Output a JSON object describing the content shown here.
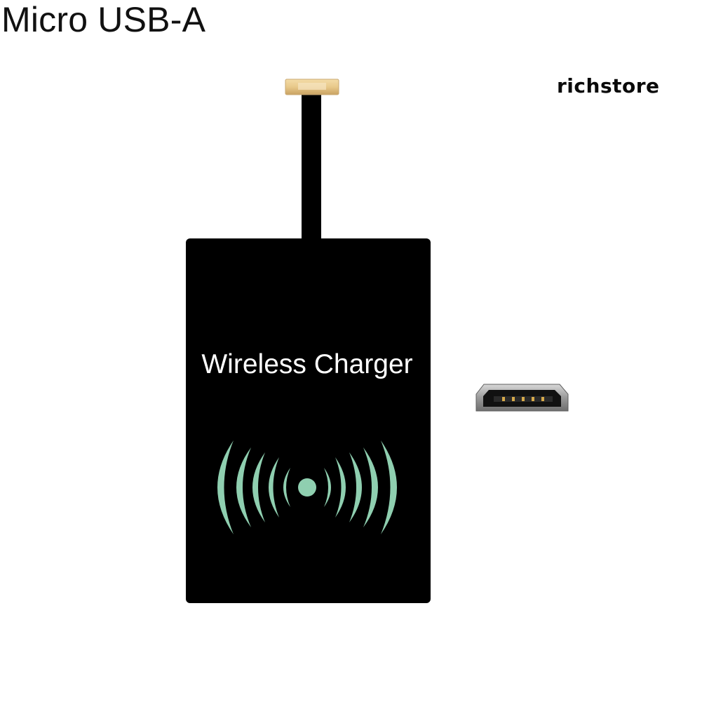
{
  "title": "Micro USB-A",
  "watermark": "richstore",
  "product": {
    "card_label": "Wireless Charger",
    "card_color": "#000000",
    "wave_color": "#8fcfb0",
    "connector_tip_color": "#e8c98a",
    "port_casing_color": "#8a8a8a"
  }
}
